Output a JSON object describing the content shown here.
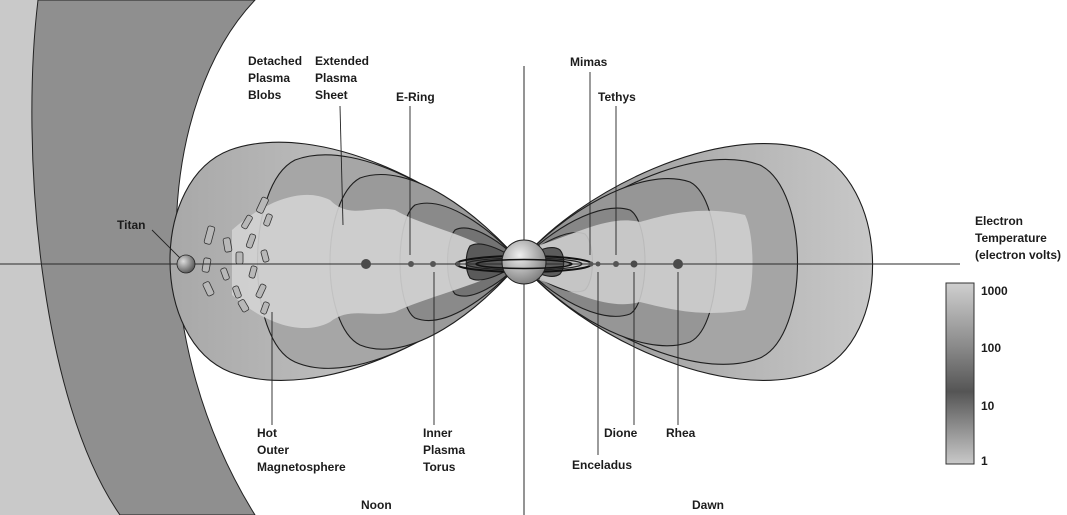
{
  "labels": {
    "titan": "Titan",
    "detached": [
      "Detached",
      "Plasma",
      "Blobs"
    ],
    "extended": [
      "Extended",
      "Plasma",
      "Sheet"
    ],
    "ering": "E-Ring",
    "hot": [
      "Hot",
      "Outer",
      "Magnetosphere"
    ],
    "inner": [
      "Inner",
      "Plasma",
      "Torus"
    ],
    "mimas": "Mimas",
    "tethys": "Tethys",
    "enceladus": "Enceladus",
    "dione": "Dione",
    "rhea": "Rhea",
    "noon": "Noon",
    "dawn": "Dawn"
  },
  "legend": {
    "title": [
      "Electron",
      "Temperature",
      "(electron volts)"
    ],
    "ticks": [
      "1000",
      "100",
      "10",
      "1"
    ]
  },
  "colors": {
    "magnetopause_band": "#8a8a8a",
    "outer_light": "#c4c4c4",
    "plasma_sheet": "#d0d0d0",
    "inner_dark": "#6e6e6e",
    "scale_top": "#c8c8c8",
    "scale_mid": "#6a6a6a"
  }
}
